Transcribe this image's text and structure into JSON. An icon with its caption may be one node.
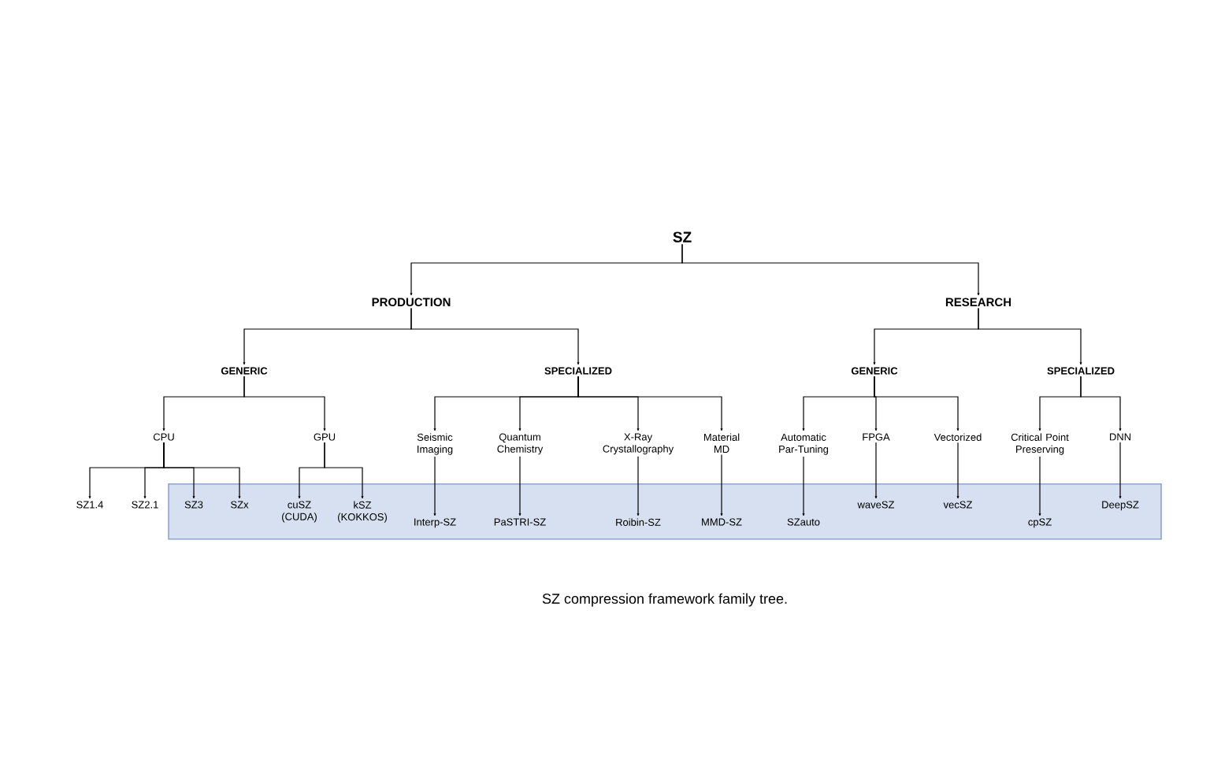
{
  "diagram": {
    "caption": "SZ compression framework family tree.",
    "nodes": [
      {
        "text": [
          "SZ"
        ]
      },
      {
        "text": [
          "PRODUCTION"
        ]
      },
      {
        "text": [
          "RESEARCH"
        ]
      },
      {
        "text": [
          "GENERIC"
        ]
      },
      {
        "text": [
          "SPECIALIZED"
        ]
      },
      {
        "text": [
          "GENERIC"
        ]
      },
      {
        "text": [
          "SPECIALIZED"
        ]
      },
      {
        "text": [
          "CPU"
        ]
      },
      {
        "text": [
          "GPU"
        ]
      },
      {
        "text": [
          "Seismic Imaging"
        ]
      },
      {
        "text": [
          "Quantum Chemistry"
        ]
      },
      {
        "text": [
          "X-Ray Crystallography"
        ]
      },
      {
        "text": [
          "Material MD"
        ]
      },
      {
        "text": [
          "Automatic Par-Tuning"
        ]
      },
      {
        "text": [
          "FPGA"
        ]
      },
      {
        "text": [
          "Vectorized"
        ]
      },
      {
        "text": [
          "Critical Point Preserving"
        ]
      },
      {
        "text": [
          "DNN"
        ]
      },
      {
        "text": [],
        "shape": "box"
      },
      {
        "text": [
          "SZ1.4"
        ]
      },
      {
        "text": [
          "SZ2.1"
        ]
      },
      {
        "text": [
          "SZ3"
        ],
        "in": 18
      },
      {
        "text": [
          "SZx"
        ],
        "in": 18
      },
      {
        "text": [
          "cuSZ (CUDA)"
        ],
        "in": 18
      },
      {
        "text": [
          "kSZ (KOKKOS)"
        ],
        "in": 18
      },
      {
        "text": [
          "Interp-SZ"
        ],
        "in": 18
      },
      {
        "text": [
          "PaSTRI-SZ"
        ],
        "in": 18
      },
      {
        "text": [
          "Roibin-SZ"
        ],
        "in": 18
      },
      {
        "text": [
          "MMD-SZ"
        ],
        "in": 18
      },
      {
        "text": [
          "SZauto"
        ],
        "in": 18
      },
      {
        "text": [
          "waveSZ"
        ],
        "in": 18
      },
      {
        "text": [
          "vecSZ"
        ],
        "in": 18
      },
      {
        "text": [
          "cpSZ"
        ],
        "in": 18
      },
      {
        "text": [
          "DeepSZ"
        ],
        "in": 18
      }
    ],
    "edges": [
      {
        "from": 0,
        "to": 1,
        "arrow": "to"
      },
      {
        "from": 0,
        "to": 2,
        "arrow": "to"
      },
      {
        "from": 1,
        "to": 3,
        "arrow": "to"
      },
      {
        "from": 1,
        "to": 4,
        "arrow": "to"
      },
      {
        "from": 2,
        "to": 5,
        "arrow": "to"
      },
      {
        "from": 2,
        "to": 6,
        "arrow": "to"
      },
      {
        "from": 3,
        "to": 7,
        "arrow": "to"
      },
      {
        "from": 3,
        "to": 8,
        "arrow": "to"
      },
      {
        "from": 4,
        "to": 9,
        "arrow": "to"
      },
      {
        "from": 4,
        "to": 10,
        "arrow": "to"
      },
      {
        "from": 4,
        "to": 11,
        "arrow": "to"
      },
      {
        "from": 4,
        "to": 12,
        "arrow": "to"
      },
      {
        "from": 5,
        "to": 13,
        "arrow": "to"
      },
      {
        "from": 5,
        "to": 14,
        "arrow": "to"
      },
      {
        "from": 5,
        "to": 15,
        "arrow": "to"
      },
      {
        "from": 6,
        "to": 16,
        "arrow": "to"
      },
      {
        "from": 6,
        "to": 17,
        "arrow": "to"
      },
      {
        "from": 7,
        "to": 19,
        "arrow": "to"
      },
      {
        "from": 7,
        "to": 20,
        "arrow": "to"
      },
      {
        "from": 7,
        "to": 21,
        "arrow": "to"
      },
      {
        "from": 7,
        "to": 22,
        "arrow": "to"
      },
      {
        "from": 8,
        "to": 23,
        "arrow": "to"
      },
      {
        "from": 8,
        "to": 24,
        "arrow": "to"
      },
      {
        "from": 9,
        "to": 25,
        "arrow": "to"
      },
      {
        "from": 10,
        "to": 26,
        "arrow": "to"
      },
      {
        "from": 11,
        "to": 27,
        "arrow": "to"
      },
      {
        "from": 12,
        "to": 28,
        "arrow": "to"
      },
      {
        "from": 13,
        "to": 29,
        "arrow": "to"
      },
      {
        "from": 14,
        "to": 30,
        "arrow": "to"
      },
      {
        "from": 15,
        "to": 31,
        "arrow": "to"
      },
      {
        "from": 16,
        "to": 32,
        "arrow": "to"
      },
      {
        "from": 17,
        "to": 33,
        "arrow": "to"
      }
    ]
  }
}
